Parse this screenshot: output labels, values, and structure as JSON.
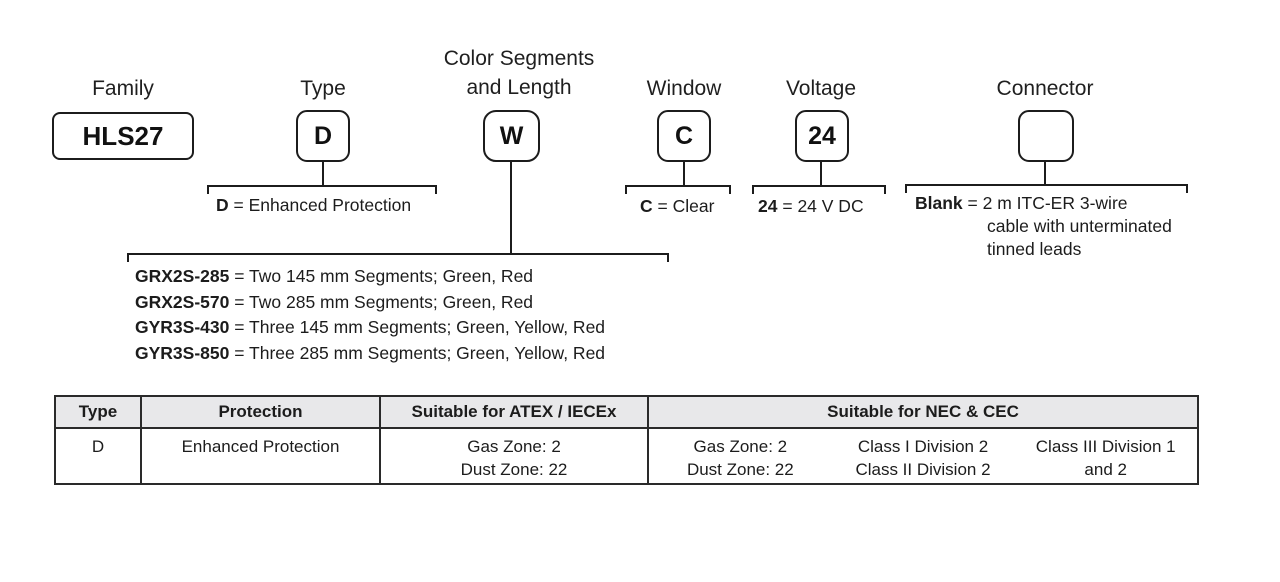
{
  "diagram": {
    "family": {
      "label": "Family",
      "code": "HLS27"
    },
    "type": {
      "label": "Type",
      "code": "D",
      "key": "D",
      "desc": "= Enhanced Protection"
    },
    "segments": {
      "label_line1": "Color Segments",
      "label_line2": "and Length",
      "code": "W",
      "options": [
        {
          "code": "GRX2S-285",
          "desc": "= Two 145 mm Segments; Green, Red"
        },
        {
          "code": "GRX2S-570",
          "desc": "= Two 285 mm Segments; Green, Red"
        },
        {
          "code": "GYR3S-430",
          "desc": "= Three 145 mm Segments; Green, Yellow, Red"
        },
        {
          "code": "GYR3S-850",
          "desc": "= Three 285 mm Segments; Green, Yellow, Red"
        }
      ]
    },
    "window": {
      "label": "Window",
      "code": "C",
      "key": "C",
      "desc": "= Clear"
    },
    "voltage": {
      "label": "Voltage",
      "code": "24",
      "key": "24",
      "desc": "= 24 V DC"
    },
    "connector": {
      "label": "Connector",
      "code": "",
      "key": "Blank",
      "desc": "= 2 m ITC-ER 3-wire",
      "desc_cont": [
        "cable with unterminated",
        "tinned leads"
      ]
    }
  },
  "table": {
    "headers": [
      "Type",
      "Protection",
      "Suitable for ATEX / IECEx",
      "Suitable for NEC & CEC"
    ],
    "row": {
      "type": "D",
      "protection": "Enhanced Protection",
      "atex": [
        "Gas Zone: 2",
        "Dust Zone: 22"
      ],
      "nec_col1": [
        "Gas Zone: 2",
        "Dust Zone: 22"
      ],
      "nec_col2": [
        "Class I Division 2",
        "Class II Division 2"
      ],
      "nec_col3": [
        "Class III Division 1",
        "and 2"
      ]
    }
  }
}
